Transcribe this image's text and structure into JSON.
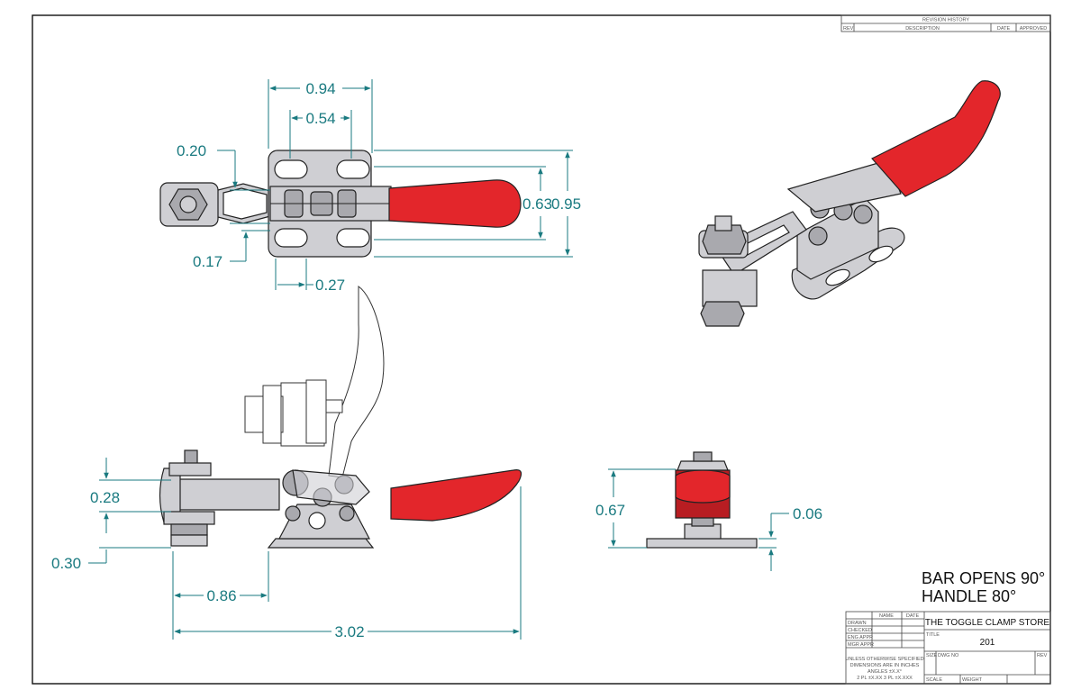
{
  "colors": {
    "dimension": "#1a7a80",
    "handle_red": "#e3262b",
    "metal": "#cfcfd3",
    "border": "#222222"
  },
  "dimensions": {
    "top_width_outer": "0.94",
    "top_width_inner": "0.54",
    "top_offset_upper": "0.20",
    "top_offset_lower": "0.17",
    "top_hole_offset": "0.27",
    "top_height_inner": "0.63",
    "top_height_outer": "0.95",
    "side_bar_height": "0.28",
    "side_base_height": "0.30",
    "side_spindle_offset": "0.86",
    "side_total_length": "3.02",
    "end_height": "0.67",
    "end_plate_thickness": "0.06"
  },
  "note": {
    "line1": "BAR OPENS 90°",
    "line2": "HANDLE 80°"
  },
  "revision_block": {
    "title": "REVISION HISTORY",
    "rev": "REV",
    "description": "DESCRIPTION",
    "date": "DATE",
    "approved": "APPROVED"
  },
  "title_block": {
    "col_name": "NAME",
    "col_date": "DATE",
    "rows": [
      "DRAWN",
      "CHECKED",
      "ENG APPR",
      "MGR APPR"
    ],
    "company": "THE TOGGLE CLAMP STORE",
    "title_label": "TITLE",
    "title_value": "201",
    "tolerance_1": "UNLESS OTHERWISE SPECIFIED",
    "tolerance_2": "DIMENSIONS ARE IN INCHES",
    "tolerance_3": "ANGLES ±X.X°",
    "tolerance_4": "2 PL ±X.XX  3 PL ±X.XXX",
    "size": "SIZE",
    "dwg_no": "DWG NO",
    "rev": "REV",
    "scale": "SCALE",
    "weight": "WEIGHT"
  }
}
